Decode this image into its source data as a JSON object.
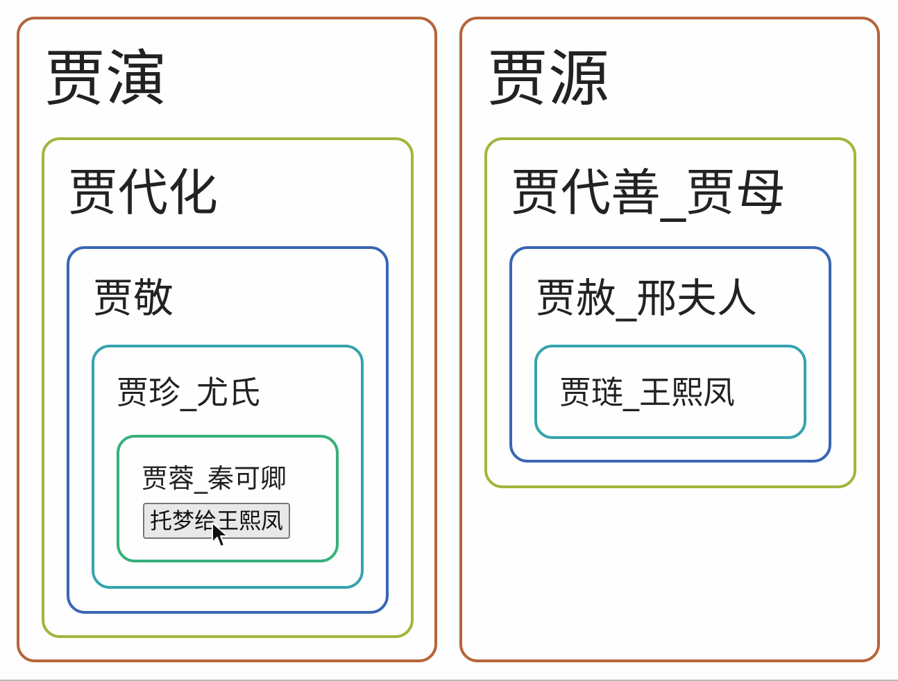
{
  "trees": [
    {
      "name": "贾演",
      "child": {
        "name": "贾代化",
        "child": {
          "name": "贾敬",
          "child": {
            "name": "贾珍_尤氏",
            "child": {
              "name": "贾蓉_秦可卿",
              "button_label": "托梦给王熙凤"
            }
          }
        }
      }
    },
    {
      "name": "贾源",
      "child": {
        "name": "贾代善_贾母",
        "child": {
          "name": "贾赦_邢夫人",
          "child": {
            "name": "贾琏_王熙凤"
          }
        }
      }
    }
  ],
  "colors": {
    "level1_border": "#b5653a",
    "level2_border": "#a2b53c",
    "level3_border": "#3a66b4",
    "level4_border": "#35a4ae",
    "level5_border": "#37b07a",
    "button_bg": "#e8e8e8"
  },
  "icons": {
    "mouse_cursor": "arrow-pointer-icon"
  }
}
